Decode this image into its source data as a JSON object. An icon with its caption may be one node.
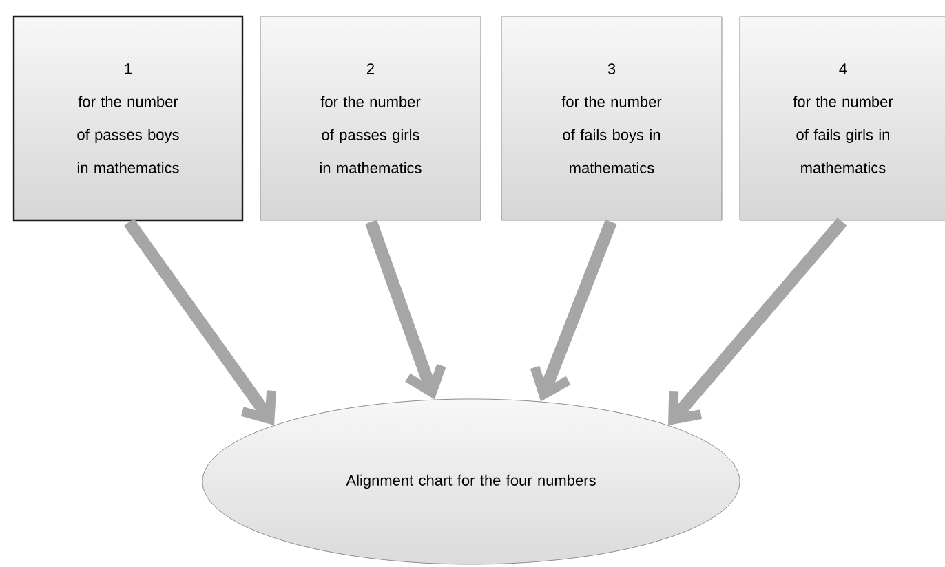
{
  "diagram": {
    "nodes": [
      {
        "text": [
          "1",
          "for the number of passes boys in mathematics"
        ]
      },
      {
        "text": [
          "2",
          "for the number of passes girls in mathematics"
        ]
      },
      {
        "text": [
          "3",
          "for the number of fails boys in mathematics"
        ]
      },
      {
        "text": [
          "4",
          "for the number of fails girls in mathematics"
        ]
      },
      {
        "text": [
          "Alignment chart for the four numbers"
        ]
      }
    ],
    "edges": [
      {
        "from": 0,
        "to": 4,
        "arrow": "to"
      },
      {
        "from": 1,
        "to": 4,
        "arrow": "to"
      },
      {
        "from": 2,
        "to": 4,
        "arrow": "to"
      },
      {
        "from": 3,
        "to": 4,
        "arrow": "to"
      }
    ]
  }
}
